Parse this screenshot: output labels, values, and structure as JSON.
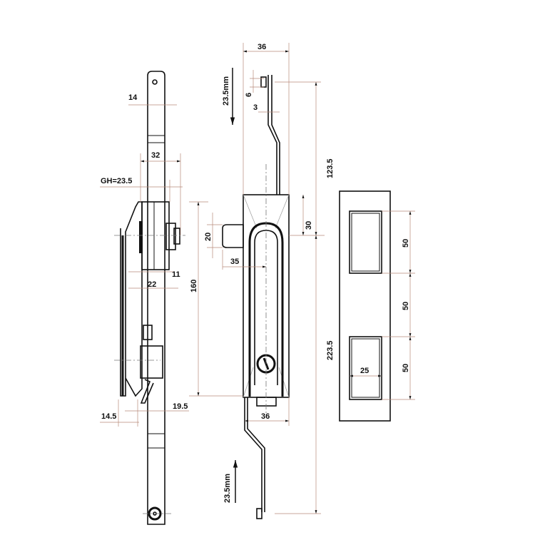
{
  "side_view": {
    "width_14": "14",
    "width_32": "32",
    "gh": "GH=23.5",
    "dim_11": "11",
    "dim_22": "22",
    "dim_14_5": "14.5",
    "dim_19_5": "19.5",
    "height_160": "160"
  },
  "front_view": {
    "width_36_top": "36",
    "dim_6": "6",
    "dim_3": "3",
    "travel_top": "23.5mm",
    "dim_20": "20",
    "dim_35": "35",
    "dim_30": "30",
    "dim_123_5": "123.5",
    "dim_223_5": "223.5",
    "width_36_bottom": "36",
    "travel_bottom": "23.5mm"
  },
  "cutout_view": {
    "spacing_1": "50",
    "spacing_2": "50",
    "spacing_3": "50",
    "window_width": "25"
  }
}
